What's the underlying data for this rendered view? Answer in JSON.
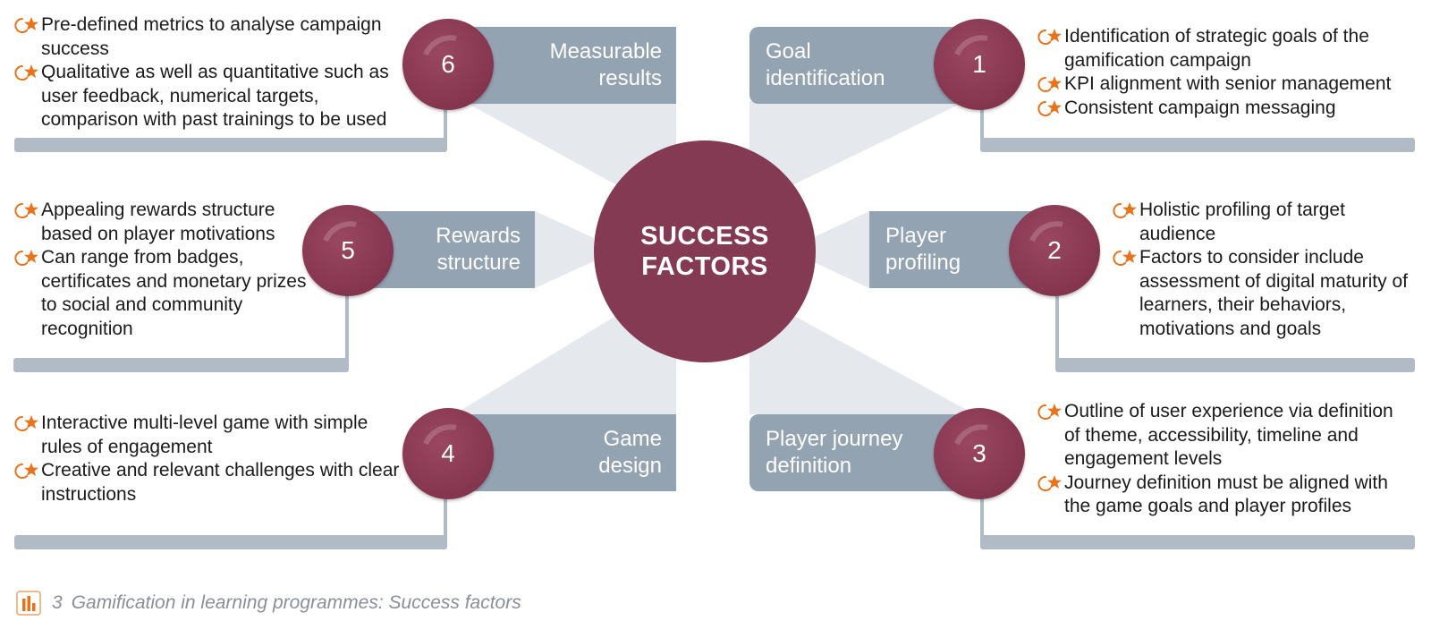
{
  "center": {
    "line1": "SUCCESS",
    "line2": "FACTORS"
  },
  "factors": [
    {
      "num": "1",
      "title1": "Goal",
      "title2": "identification",
      "bullets": [
        "Identification of strategic goals of the gamification campaign",
        "KPI alignment with senior management",
        "Consistent campaign messaging"
      ]
    },
    {
      "num": "2",
      "title1": "Player",
      "title2": "profiling",
      "bullets": [
        "Holistic profiling of target audience",
        "Factors to consider include assessment of digital maturity of learners, their behaviors, motivations and goals"
      ]
    },
    {
      "num": "3",
      "title1": "Player journey",
      "title2": "definition",
      "bullets": [
        "Outline of user experience via definition of theme, accessibility, timeline and engagement levels",
        "Journey definition must be aligned with the game goals and player profiles"
      ]
    },
    {
      "num": "4",
      "title1": "Game",
      "title2": "design",
      "bullets": [
        "Interactive multi-level game with simple rules of engagement",
        "Creative and relevant challenges with clear instructions"
      ]
    },
    {
      "num": "5",
      "title1": "Rewards",
      "title2": "structure",
      "bullets": [
        "Appealing rewards structure based on player motivations",
        "Can range from badges, certificates and monetary prizes to social and community recognition"
      ]
    },
    {
      "num": "6",
      "title1": "Measurable",
      "title2": "results",
      "bullets": [
        "Pre-defined metrics to analyse campaign success",
        "Qualitative as well as quantitative such as user feedback, numerical targets, comparison with past trainings to be used"
      ]
    }
  ],
  "caption": {
    "number": "3",
    "text": "Gamification in learning programmes: Success factors",
    "icon": "bar-chart-icon"
  },
  "colors": {
    "accent": "#843a52",
    "bar": "#94a3b2",
    "bullet_icon": "#e8731a",
    "caption": "#8a8f96"
  }
}
